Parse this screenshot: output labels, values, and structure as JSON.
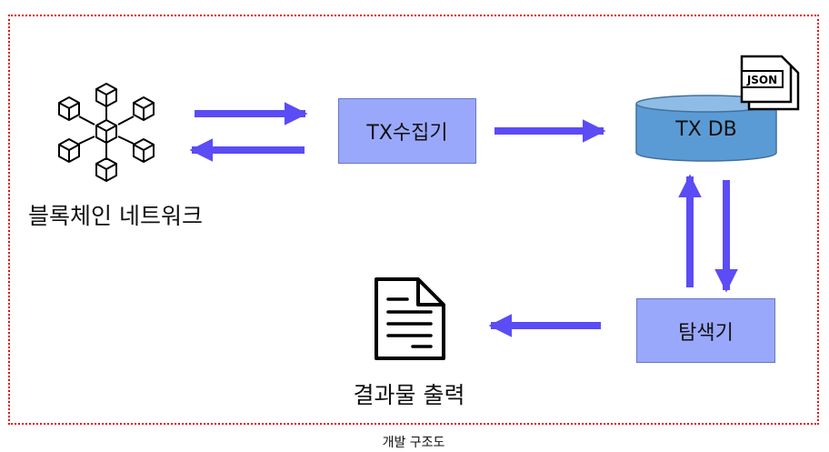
{
  "diagram": {
    "caption": "개발 구조도",
    "nodes": {
      "network": {
        "label": "블록체인 네트워크",
        "icon": "blockchain-network-icon"
      },
      "collector": {
        "label": "TX수집기"
      },
      "db": {
        "label": "TX DB",
        "badge": "JSON",
        "icon": "json-file-icon"
      },
      "explorer": {
        "label": "탐색기"
      },
      "output": {
        "label": "결과물 출력",
        "icon": "document-icon"
      }
    },
    "edges": [
      {
        "from": "network",
        "to": "collector"
      },
      {
        "from": "collector",
        "to": "network"
      },
      {
        "from": "collector",
        "to": "db"
      },
      {
        "from": "explorer",
        "to": "db"
      },
      {
        "from": "db",
        "to": "explorer"
      },
      {
        "from": "explorer",
        "to": "output"
      }
    ],
    "colors": {
      "frame": "#e01010",
      "arrow": "#5b4cf5",
      "box_fill": "#9aa8fc",
      "db_fill": "#5b9bd5"
    }
  }
}
